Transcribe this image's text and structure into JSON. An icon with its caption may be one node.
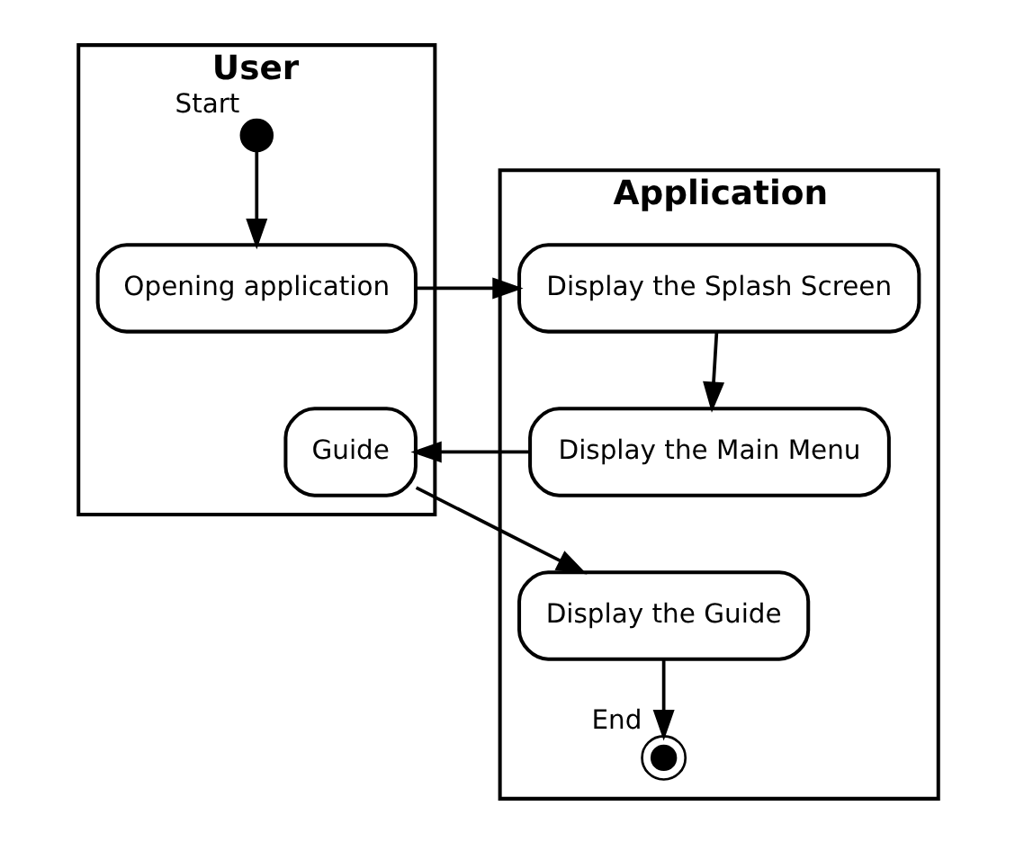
{
  "diagram": {
    "nodes": [
      {
        "text": [
          "User"
        ]
      },
      {
        "text": [
          "Application"
        ]
      },
      {
        "text": [
          "Start"
        ],
        "in": 0
      },
      {
        "text": [
          "Opening application"
        ],
        "in": 0
      },
      {
        "text": [
          "Guide"
        ],
        "in": 0
      },
      {
        "text": [
          "Display the Splash Screen"
        ],
        "in": 1
      },
      {
        "text": [
          "Display the Main Menu"
        ],
        "in": 1
      },
      {
        "text": [
          "Display the Guide"
        ],
        "in": 1
      },
      {
        "text": [
          "End"
        ],
        "in": 1
      }
    ],
    "edges": [
      {
        "from": 2,
        "to": 3,
        "arrow": "to"
      },
      {
        "from": 3,
        "to": 5,
        "arrow": "to"
      },
      {
        "from": 5,
        "to": 6,
        "arrow": "to"
      },
      {
        "from": 6,
        "to": 4,
        "arrow": "to"
      },
      {
        "from": 4,
        "to": 7,
        "arrow": "to"
      },
      {
        "from": 7,
        "to": 8,
        "arrow": "to"
      }
    ]
  }
}
